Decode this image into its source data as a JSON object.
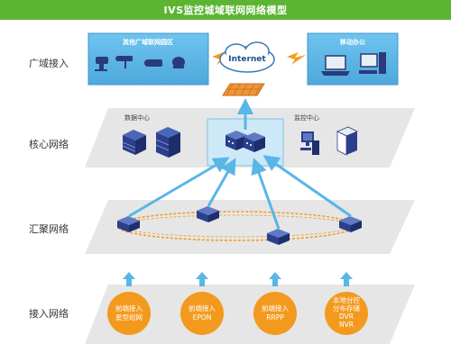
{
  "title": "IVS监控城域联网网络模型",
  "layers": {
    "wan": "广域接入",
    "core": "核心网络",
    "aggregation": "汇聚网络",
    "access": "接入网络"
  },
  "wan": {
    "left_box_title": "其他广域联网园区",
    "right_box_title": "移动办公",
    "internet_label": "Internet"
  },
  "core": {
    "datacenter_label": "数据中心",
    "monitor_label": "监控中心"
  },
  "access": {
    "items": [
      {
        "line1": "前端接入",
        "line2": "星型组网"
      },
      {
        "line1": "前端接入",
        "line2": "EPON"
      },
      {
        "line1": "前端接入",
        "line2": "RRPP"
      },
      {
        "line1": "本地分控",
        "line2": "分布存储",
        "line3": "DVR",
        "line4": "NVR"
      }
    ]
  },
  "colors": {
    "green": "#5bb532",
    "wan_blue": "#5ab4e5",
    "panel_gray": "#e6e6e6",
    "accent_orange": "#f39a1e",
    "arrow_blue": "#59b6e6",
    "device_navy": "#2c3f8c"
  }
}
